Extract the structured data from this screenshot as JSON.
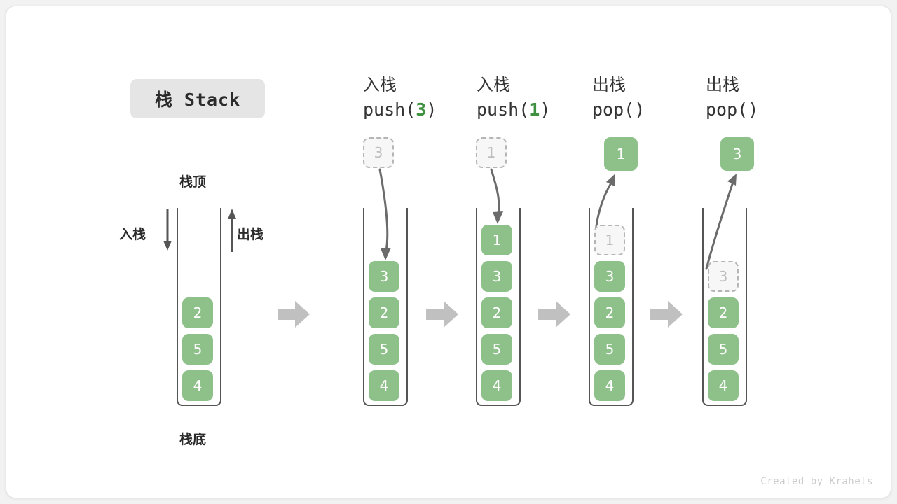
{
  "title_badge": {
    "text": "栈 Stack"
  },
  "footer": {
    "text": "Created by Krahets"
  },
  "labels": {
    "top": "栈顶",
    "bottom": "栈底",
    "push_side": "入栈",
    "pop_side": "出栈"
  },
  "colors": {
    "cell_fill": "#8ec08a",
    "cell_text": "#ffffff",
    "ghost_fill": "#f7f7f7",
    "ghost_border": "#b5b5b5",
    "ghost_text": "#bdbdbd",
    "accent_green": "#3d9140",
    "tube_stroke": "#555555",
    "arrow_gray": "#c0c0c0",
    "curve_arrow": "#6b6b6b",
    "badge_bg": "#e5e5e5"
  },
  "columns": [
    {
      "id": "initial",
      "head_cn": "",
      "head_code": "",
      "code_parts": [],
      "stack": [
        "2",
        "5",
        "4"
      ],
      "ghost_index": -1,
      "incoming": null,
      "outgoing": null
    },
    {
      "id": "push-3",
      "head_cn": "入栈",
      "head_code": "push(3)",
      "code_parts": [
        {
          "t": "push(",
          "green": false
        },
        {
          "t": "3",
          "green": true
        },
        {
          "t": ")",
          "green": false
        }
      ],
      "stack": [
        "3",
        "2",
        "5",
        "4"
      ],
      "ghost_index": -1,
      "incoming": "3",
      "outgoing": null
    },
    {
      "id": "push-1",
      "head_cn": "入栈",
      "head_code": "push(1)",
      "code_parts": [
        {
          "t": "push(",
          "green": false
        },
        {
          "t": "1",
          "green": true
        },
        {
          "t": ")",
          "green": false
        }
      ],
      "stack": [
        "1",
        "3",
        "2",
        "5",
        "4"
      ],
      "ghost_index": -1,
      "incoming": "1",
      "outgoing": null
    },
    {
      "id": "pop-1",
      "head_cn": "出栈",
      "head_code": "pop()",
      "code_parts": [
        {
          "t": "pop()",
          "green": false
        }
      ],
      "stack": [
        "1",
        "3",
        "2",
        "5",
        "4"
      ],
      "ghost_index": 0,
      "incoming": null,
      "outgoing": "1"
    },
    {
      "id": "pop-3",
      "head_cn": "出栈",
      "head_code": "pop()",
      "code_parts": [
        {
          "t": "pop()",
          "green": false
        }
      ],
      "stack": [
        "",
        "3",
        "2",
        "5",
        "4"
      ],
      "ghost_index": 1,
      "incoming": null,
      "outgoing": "3"
    }
  ],
  "stack_column_values": {
    "c0": [
      "2",
      "5",
      "4"
    ],
    "c1": [
      "3",
      "2",
      "5",
      "4"
    ],
    "c2": [
      "1",
      "3",
      "2",
      "5",
      "4"
    ],
    "c3": [
      "1",
      "3",
      "2",
      "5",
      "4"
    ],
    "c4": [
      "3",
      "2",
      "5",
      "4"
    ]
  },
  "popped_boxes": {
    "c3": "1",
    "c4": "3"
  },
  "incoming_boxes": {
    "c1": "3",
    "c2": "1"
  }
}
